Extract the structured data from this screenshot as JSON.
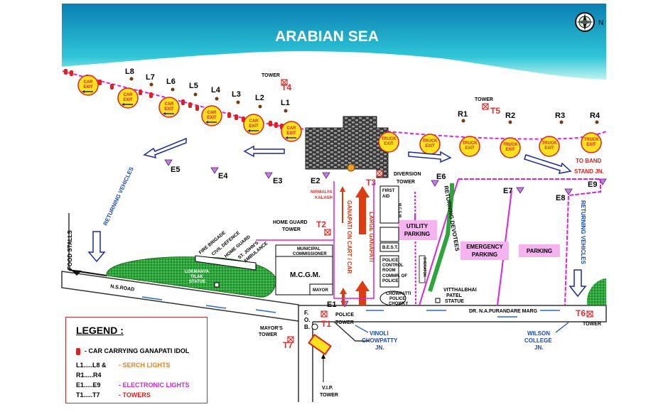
{
  "sea": {
    "label": "ARABIAN SEA"
  },
  "compass": {
    "letter": "N"
  },
  "lights": {
    "L": [
      "L1",
      "L2",
      "L3",
      "L4",
      "L5",
      "L6",
      "L7",
      "L8"
    ],
    "R": [
      "R1",
      "R2",
      "R3",
      "R4"
    ],
    "E": [
      "E1",
      "E2",
      "E3",
      "E4",
      "E5",
      "E6",
      "E7",
      "E8",
      "E9"
    ]
  },
  "towers": {
    "T1": "T1",
    "T2": "T2",
    "T3": "T3",
    "T4": "T4",
    "T5": "T5",
    "T6": "T6",
    "T7": "T7",
    "tower_word": "TOWER",
    "home_guard": "HOME GUARD",
    "diversion": "DIVERSION",
    "police": "POLICE",
    "mayors": "MAYOR'S",
    "vip": "V.I.P."
  },
  "exits": {
    "car": [
      "CAR",
      "EXIT"
    ],
    "truck": [
      "TRUCK",
      "EXIT"
    ]
  },
  "labels": {
    "to_band_1": "TO BAND",
    "to_band_2": "STAND JN.",
    "returning_vehicles": "RETURNING VEHICLES",
    "returning_devotees": "RETURNING DEVOTEES",
    "food_stalls": "FOOD STALLS",
    "fire_brigade": "FIRE BRIGADE",
    "civil_defence": "CIVIL DEFENCE",
    "home_guard": "HOME GUARD",
    "st_johns": "ST. JOHN'S",
    "ambulance": "AMBULANCE",
    "lokmanya_1": "LOKMANYA",
    "lokmanya_2": "TILAK",
    "lokmanya_3": "STATUE",
    "municipal_1": "MUNICIPAL",
    "municipal_2": "COMMISSIONER",
    "mcgm": "M.C.G.M.",
    "mayor": "MAYOR",
    "first_aid_1": "FIRST",
    "first_aid_2": "AID",
    "mcgm_vertical": "M.C.G.M.",
    "best": "B.E.S.T.",
    "police_room_1": "POLICE",
    "police_room_2": "CONTROL",
    "police_room_3": "ROOM",
    "commr_1": "COMMR. OF",
    "commr_2": "POLICE",
    "chowpatti_chowky_1": "CHOWPATTI",
    "chowpatti_chowky_2": "POLICE",
    "chowpatti_chowky_3": "CHOWKY",
    "vitthalbhai_1": "VITTHALBHAI",
    "vitthalbhai_2": "PATEL",
    "vitthalbhai_3": "STATUE",
    "utility_parking_1": "UTILITY",
    "utility_parking_2": "PARKING",
    "emergency_parking_1": "EMERGENCY",
    "emergency_parking_2": "PARKING",
    "parking": "PARKING",
    "ganapati_cart": "GANAPATI ON CART / CAR",
    "large_ganapati": "LARGE GANAPATI",
    "nirmalya_1": "NIRMALYA",
    "nirmalya_2": "KALASH",
    "ns_road": "N.S.ROAD",
    "purandare": "DR. N.A.PURANDARE MARG",
    "fob_f": "F.",
    "fob_o": "O.",
    "fob_b": "B.",
    "vinoli_1": "VINOLI",
    "vinoli_2": "CHOWPATTY",
    "vinoli_3": "JN.",
    "wilson_1": "WILSON",
    "wilson_2": "COLLEGE",
    "wilson_3": "JN.",
    "banner": "SHERATON"
  },
  "legend": {
    "title": "LEGEND :",
    "idol_text": "- CAR CARRYING GANAPATI IDOL",
    "rows": [
      {
        "key": "L1.....L8 &",
        "desc": "- SERCH LIGHTS",
        "color": "#e8821e"
      },
      {
        "key": "R1.....R4",
        "desc": "",
        "color": "#000000"
      },
      {
        "key": "E1.....E9",
        "desc": "- ELECTRONIC LIGHTS",
        "color": "#d61fd6"
      },
      {
        "key": "T1.....T7",
        "desc": "- TOWERS",
        "color": "#e02020"
      }
    ]
  },
  "colors": {
    "sea": "#0a86b8",
    "magenta": "#e020e0",
    "tower_red": "#e03030",
    "exit_yellow": "#ffe21c",
    "park_pink": "#f5b3f0",
    "tree_green": "#3aa83a"
  }
}
